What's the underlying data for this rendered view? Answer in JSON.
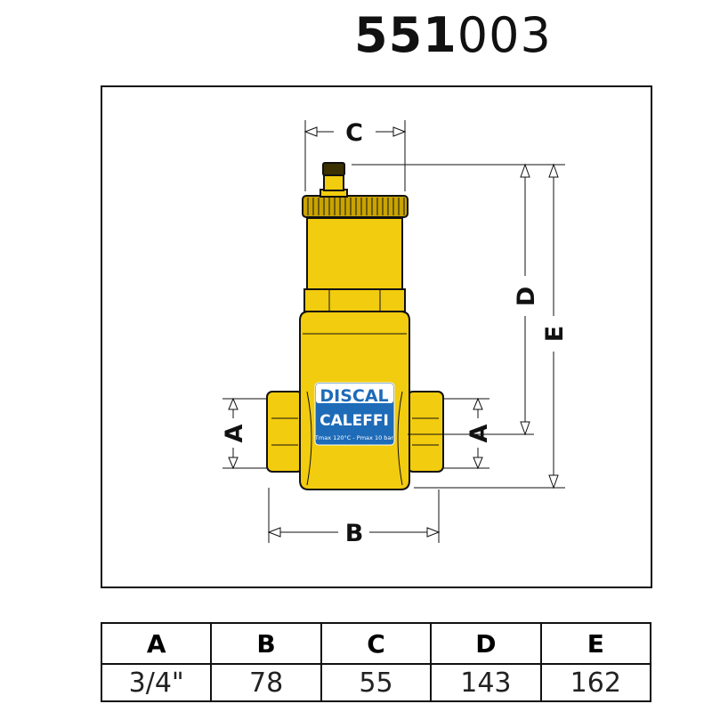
{
  "title": {
    "bold": "551",
    "regular": "003"
  },
  "drawing": {
    "dimension_labels": {
      "a_left": "A",
      "a_right": "A",
      "b": "B",
      "c": "C",
      "d": "D",
      "e": "E"
    },
    "product_label": {
      "line1": "DISCAL",
      "line2": "CALEFFI",
      "line3": "Tmax 120°C - Pmax 10 bar"
    },
    "colors": {
      "body": "#f2cc0e",
      "label": "#1e6bb8",
      "outline": "#111111"
    }
  },
  "table": {
    "headers": [
      "A",
      "B",
      "C",
      "D",
      "E"
    ],
    "values": [
      "3/4\"",
      "78",
      "55",
      "143",
      "162"
    ]
  }
}
